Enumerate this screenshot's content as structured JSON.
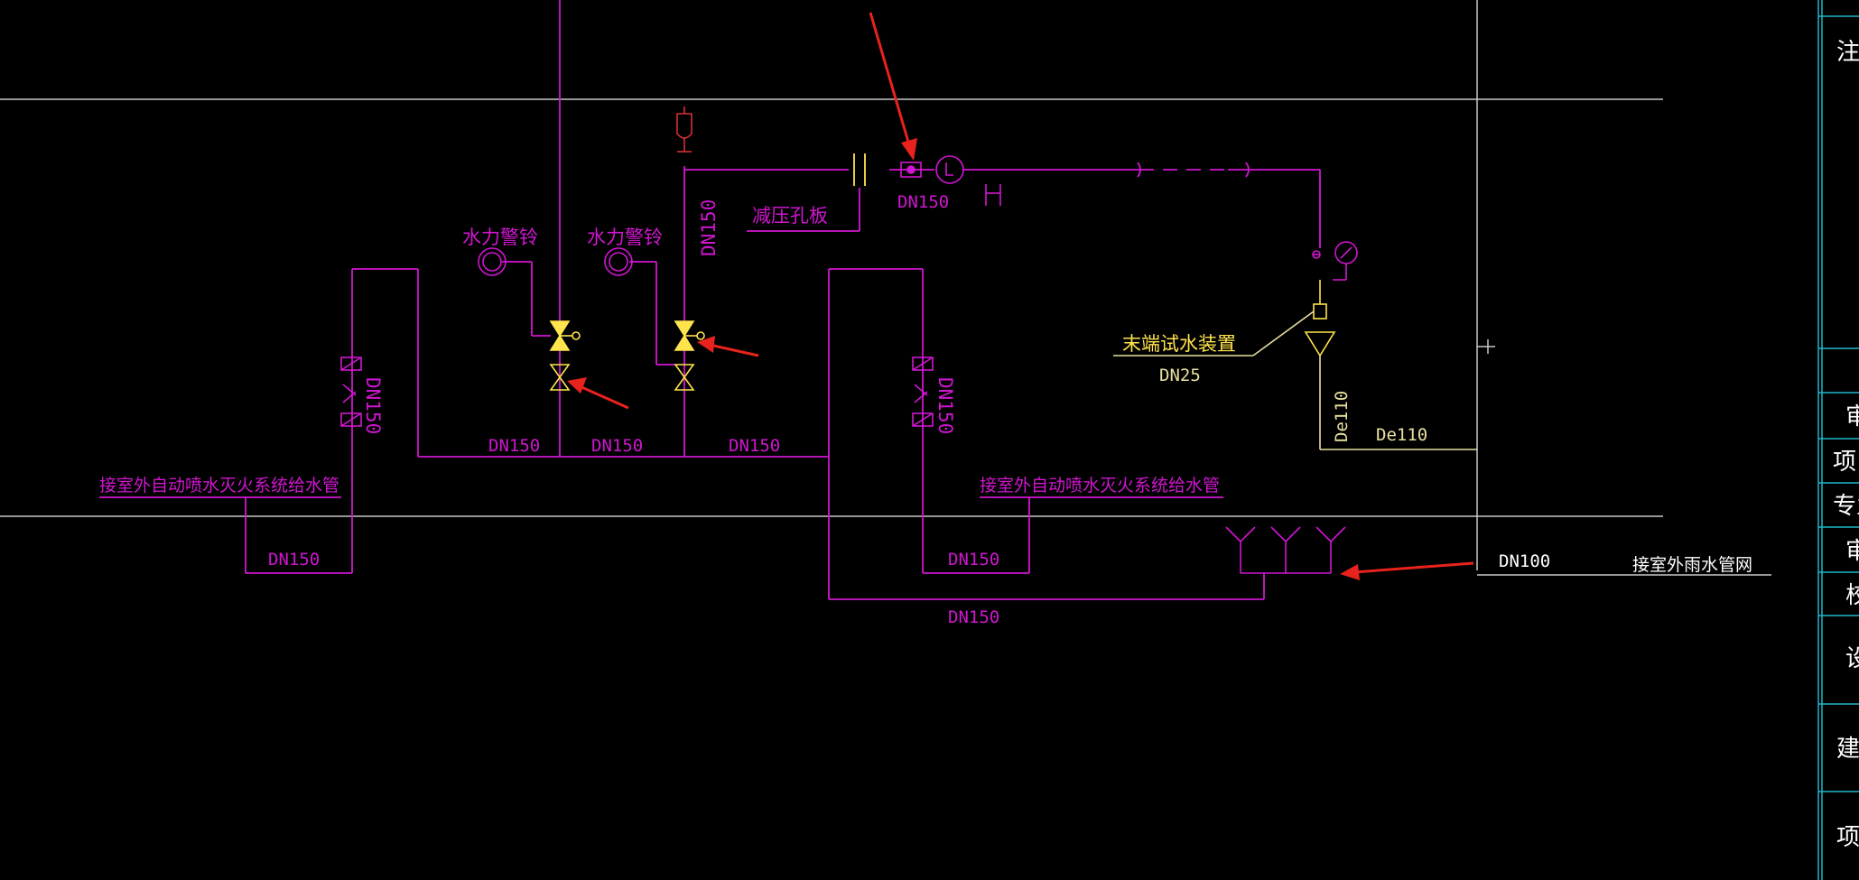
{
  "colors": {
    "background": "#000000",
    "pipe": "#d016d0",
    "valve": "#ffe44d",
    "border": "#c8c8c8",
    "annotation": "#e8e0a0",
    "arrow": "#e8231d",
    "titleblock": "#1fb7c9",
    "text_white": "#ffffff",
    "symbol_red": "#d83030"
  },
  "labels": {
    "alarm_bell_1": "水力警铃",
    "alarm_bell_2": "水力警铃",
    "riser_dn": "DN150",
    "pressure_plate": "减压孔板",
    "flow_dn": "DN150",
    "left_pump_dn": "DN150",
    "header_dn_1": "DN150",
    "header_dn_2": "DN150",
    "header_dn_3": "DN150",
    "mid_pump_dn": "DN150",
    "left_outdoor_pipe": "接室外自动喷水灭火系统给水管",
    "mid_outdoor_pipe": "接室外自动喷水灭火系统给水管",
    "left_bottom_dn": "DN150",
    "mid_bottom_dn": "DN150",
    "lower_loop_dn": "DN150",
    "test_device": "末端试水装置",
    "test_dn": "DN25",
    "drain_vertical": "De110",
    "drain_horizontal": "De110",
    "rain_dn": "DN100",
    "rain_outdoor": "接室外雨水管网"
  },
  "titleblock": {
    "notes": "注",
    "rows": [
      "审",
      "项目",
      "专业",
      "审",
      "校",
      "设",
      "建",
      "项目"
    ]
  }
}
